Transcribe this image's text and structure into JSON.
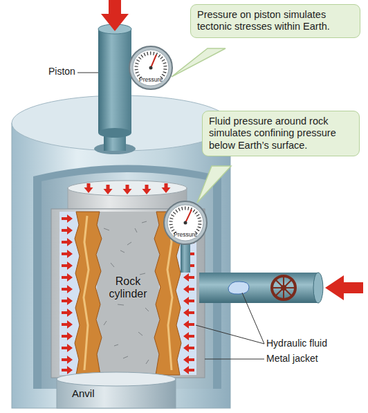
{
  "diagram": {
    "nodes": [
      {
        "text": [
          "Pressure on piston simulates tectonic stresses within Earth."
        ]
      },
      {
        "text": [
          "Pressure"
        ]
      },
      {
        "text": [
          "Fluid pressure around rock simulates confining pressure below Earth’s surface."
        ]
      },
      {
        "text": [
          "Pressure"
        ]
      },
      {
        "text": [
          "Rock cylinder"
        ]
      },
      {
        "text": [
          "Anvil"
        ]
      }
    ],
    "labels": [
      "Piston",
      "Hydraulic fluid",
      "Metal jacket"
    ]
  }
}
